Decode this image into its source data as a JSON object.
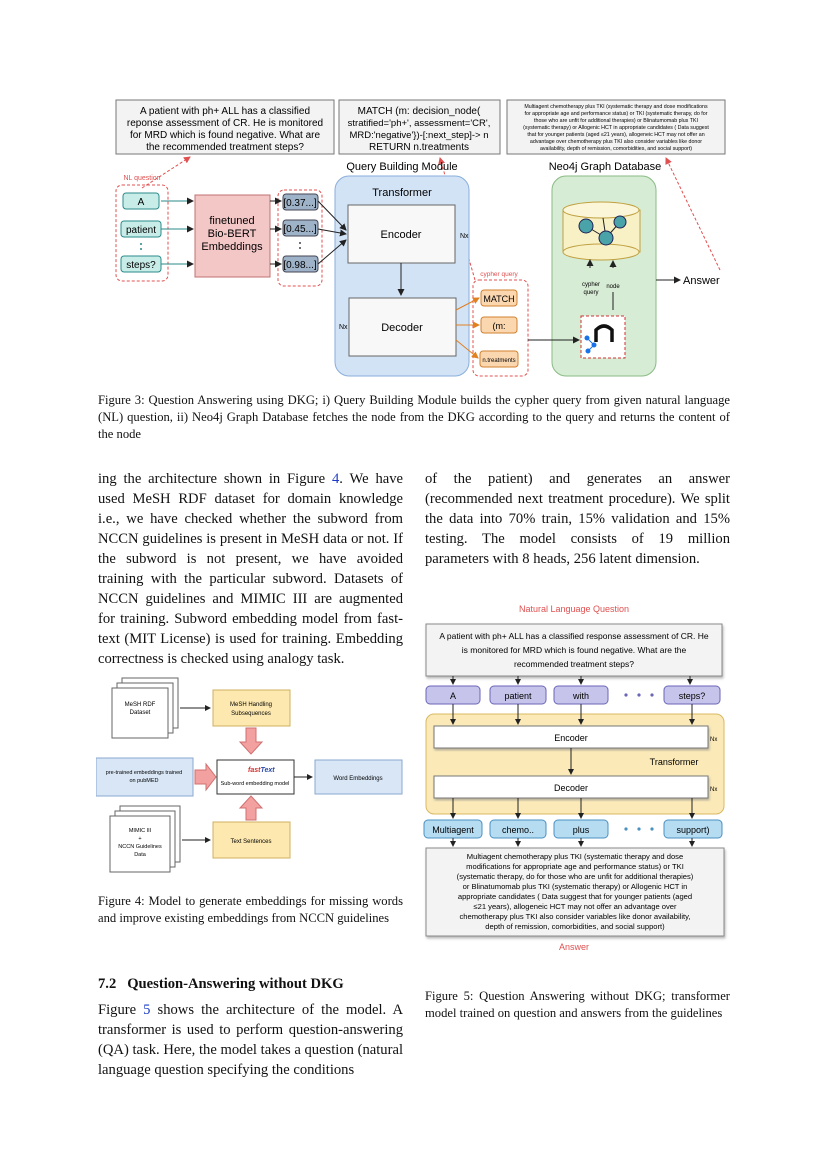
{
  "fig3": {
    "nl_question_text": [
      "A patient with ph+ ALL has a classified",
      "reponse assessment of CR. He is monitored",
      "for MRD which is found negative. What are",
      "the recommended treatment steps?"
    ],
    "cypher_text": [
      "MATCH (m: decision_node(",
      "stratified='ph+', assessment='CR',",
      "MRD:'negative'})-[:next_step]-> n",
      "RETURN n.treatments"
    ],
    "answer_text": [
      "Multiagent chemotherapy plus TKI (systematic therapy and dose modifications",
      "for appropriate age and performance status) or TKI (systematic therapy, do for",
      "those who are unfit for additional therapies) or Blinatumomab plus TKI",
      "(systematic therapy) or Allogenic HCT in appropriate candidates ( Data suggest",
      "that for younger patients (aged ≤21 years), allogeneic HCT may not offer an",
      "advantage over chemotherapy plus TKI also consider variables like donor",
      "availability, depth of remission, comorbidities, and social support)"
    ],
    "nl_question_label": "NL question",
    "tokens": [
      "A",
      "patient",
      "steps?"
    ],
    "bert_label": [
      "finetuned",
      "Bio-BERT",
      "Embeddings"
    ],
    "vectors": [
      "[0.37...]",
      "[0.45...]",
      "[0.98...]"
    ],
    "query_module_title": "Query Building Module",
    "transformer_title": "Transformer",
    "encoder": "Encoder",
    "decoder": "Decoder",
    "nx": "Nx",
    "cypher_query_label": "cypher query",
    "cypher_tokens": [
      "MATCH",
      "(m:",
      "n.treatments"
    ],
    "neo4j_title": "Neo4j Graph Database",
    "cypher_query_small": [
      "cypher",
      "query"
    ],
    "node_label": "node",
    "answer_label": "Answer"
  },
  "fig3_caption": "Figure 3: Question Answering using DKG; i) Query Building Module builds the cypher query from given natural language (NL) question, ii) Neo4j Graph Database fetches the node from the DKG according to the query and returns the content of the node",
  "left_para": {
    "before_link": "ing the architecture shown in Figure ",
    "link": "4",
    "after_link": ". We have used MeSH RDF dataset for domain knowledge i.e., we have checked whether the subword from NCCN guidelines is present in MeSH data or not. If the subword is not present, we have avoided training with the particular subword. Datasets of NCCN guidelines and MIMIC III are augmented for training. Subword embedding model from fast-text (MIT License) is used for training. Embedding correctness is checked using analogy task."
  },
  "fig4": {
    "mesh_rdf": [
      "MeSH RDF",
      "Dataset"
    ],
    "mesh_handling": [
      "MeSH Handling",
      "Subsequences"
    ],
    "pretrained": [
      "pre-trained embeddings trained",
      "on pubMED"
    ],
    "fasttext_a": "fast",
    "fasttext_b": "Text",
    "subword_model": "Sub-word embedding model",
    "word_embeddings": "Word Embeddings",
    "mimic": [
      "MIMIC III",
      "+",
      "NCCN Guidelines",
      "Data"
    ],
    "text_sentences": "Text Sentences"
  },
  "fig4_caption": "Figure 4: Model to generate embeddings for missing words and improve existing embeddings from NCCN guidelines",
  "section": {
    "number": "7.2",
    "title": "Question-Answering without DKG"
  },
  "section_para": {
    "before_link": "Figure ",
    "link": "5",
    "after_link": " shows the architecture of the model. A transformer is used to perform question-answering (QA) task. Here, the model takes a question (natural language question specifying the conditions"
  },
  "right_para": "of the patient) and generates an answer (recommended next treatment procedure). We split the data into 70% train, 15% validation and 15% testing. The model consists of 19 million parameters with 8 heads, 256 latent dimension.",
  "fig5": {
    "nlq_label": "Natural Language Question",
    "question": [
      "A patient with ph+ ALL has a classified response assessment of CR. He",
      "is monitored for MRD which is found negative. What are the",
      "recommended treatment steps?"
    ],
    "input_tokens": [
      "A",
      "patient",
      "with",
      "steps?"
    ],
    "encoder": "Encoder",
    "decoder": "Decoder",
    "transformer": "Transformer",
    "nx": "Nx",
    "output_tokens": [
      "Multiagent",
      "chemo..",
      "plus",
      "support)"
    ],
    "answer": [
      "Multiagent chemotherapy plus TKI (systematic therapy and dose",
      "modifications for appropriate age and performance status) or TKI",
      "(systematic therapy, do for those who are unfit for additional therapies)",
      "or Blinatumomab plus TKI (systematic therapy) or Allogenic HCT in",
      "appropriate candidates ( Data suggest that for younger patients (aged",
      "≤21 years), allogeneic HCT may not offer an advantage over",
      "chemotherapy plus TKI also consider variables like donor availability,",
      "depth of remission, comorbidities, and social support)"
    ],
    "answer_label": "Answer"
  },
  "fig5_caption": "Figure 5: Question Answering without DKG; transformer model trained on question and answers from the guidelines"
}
